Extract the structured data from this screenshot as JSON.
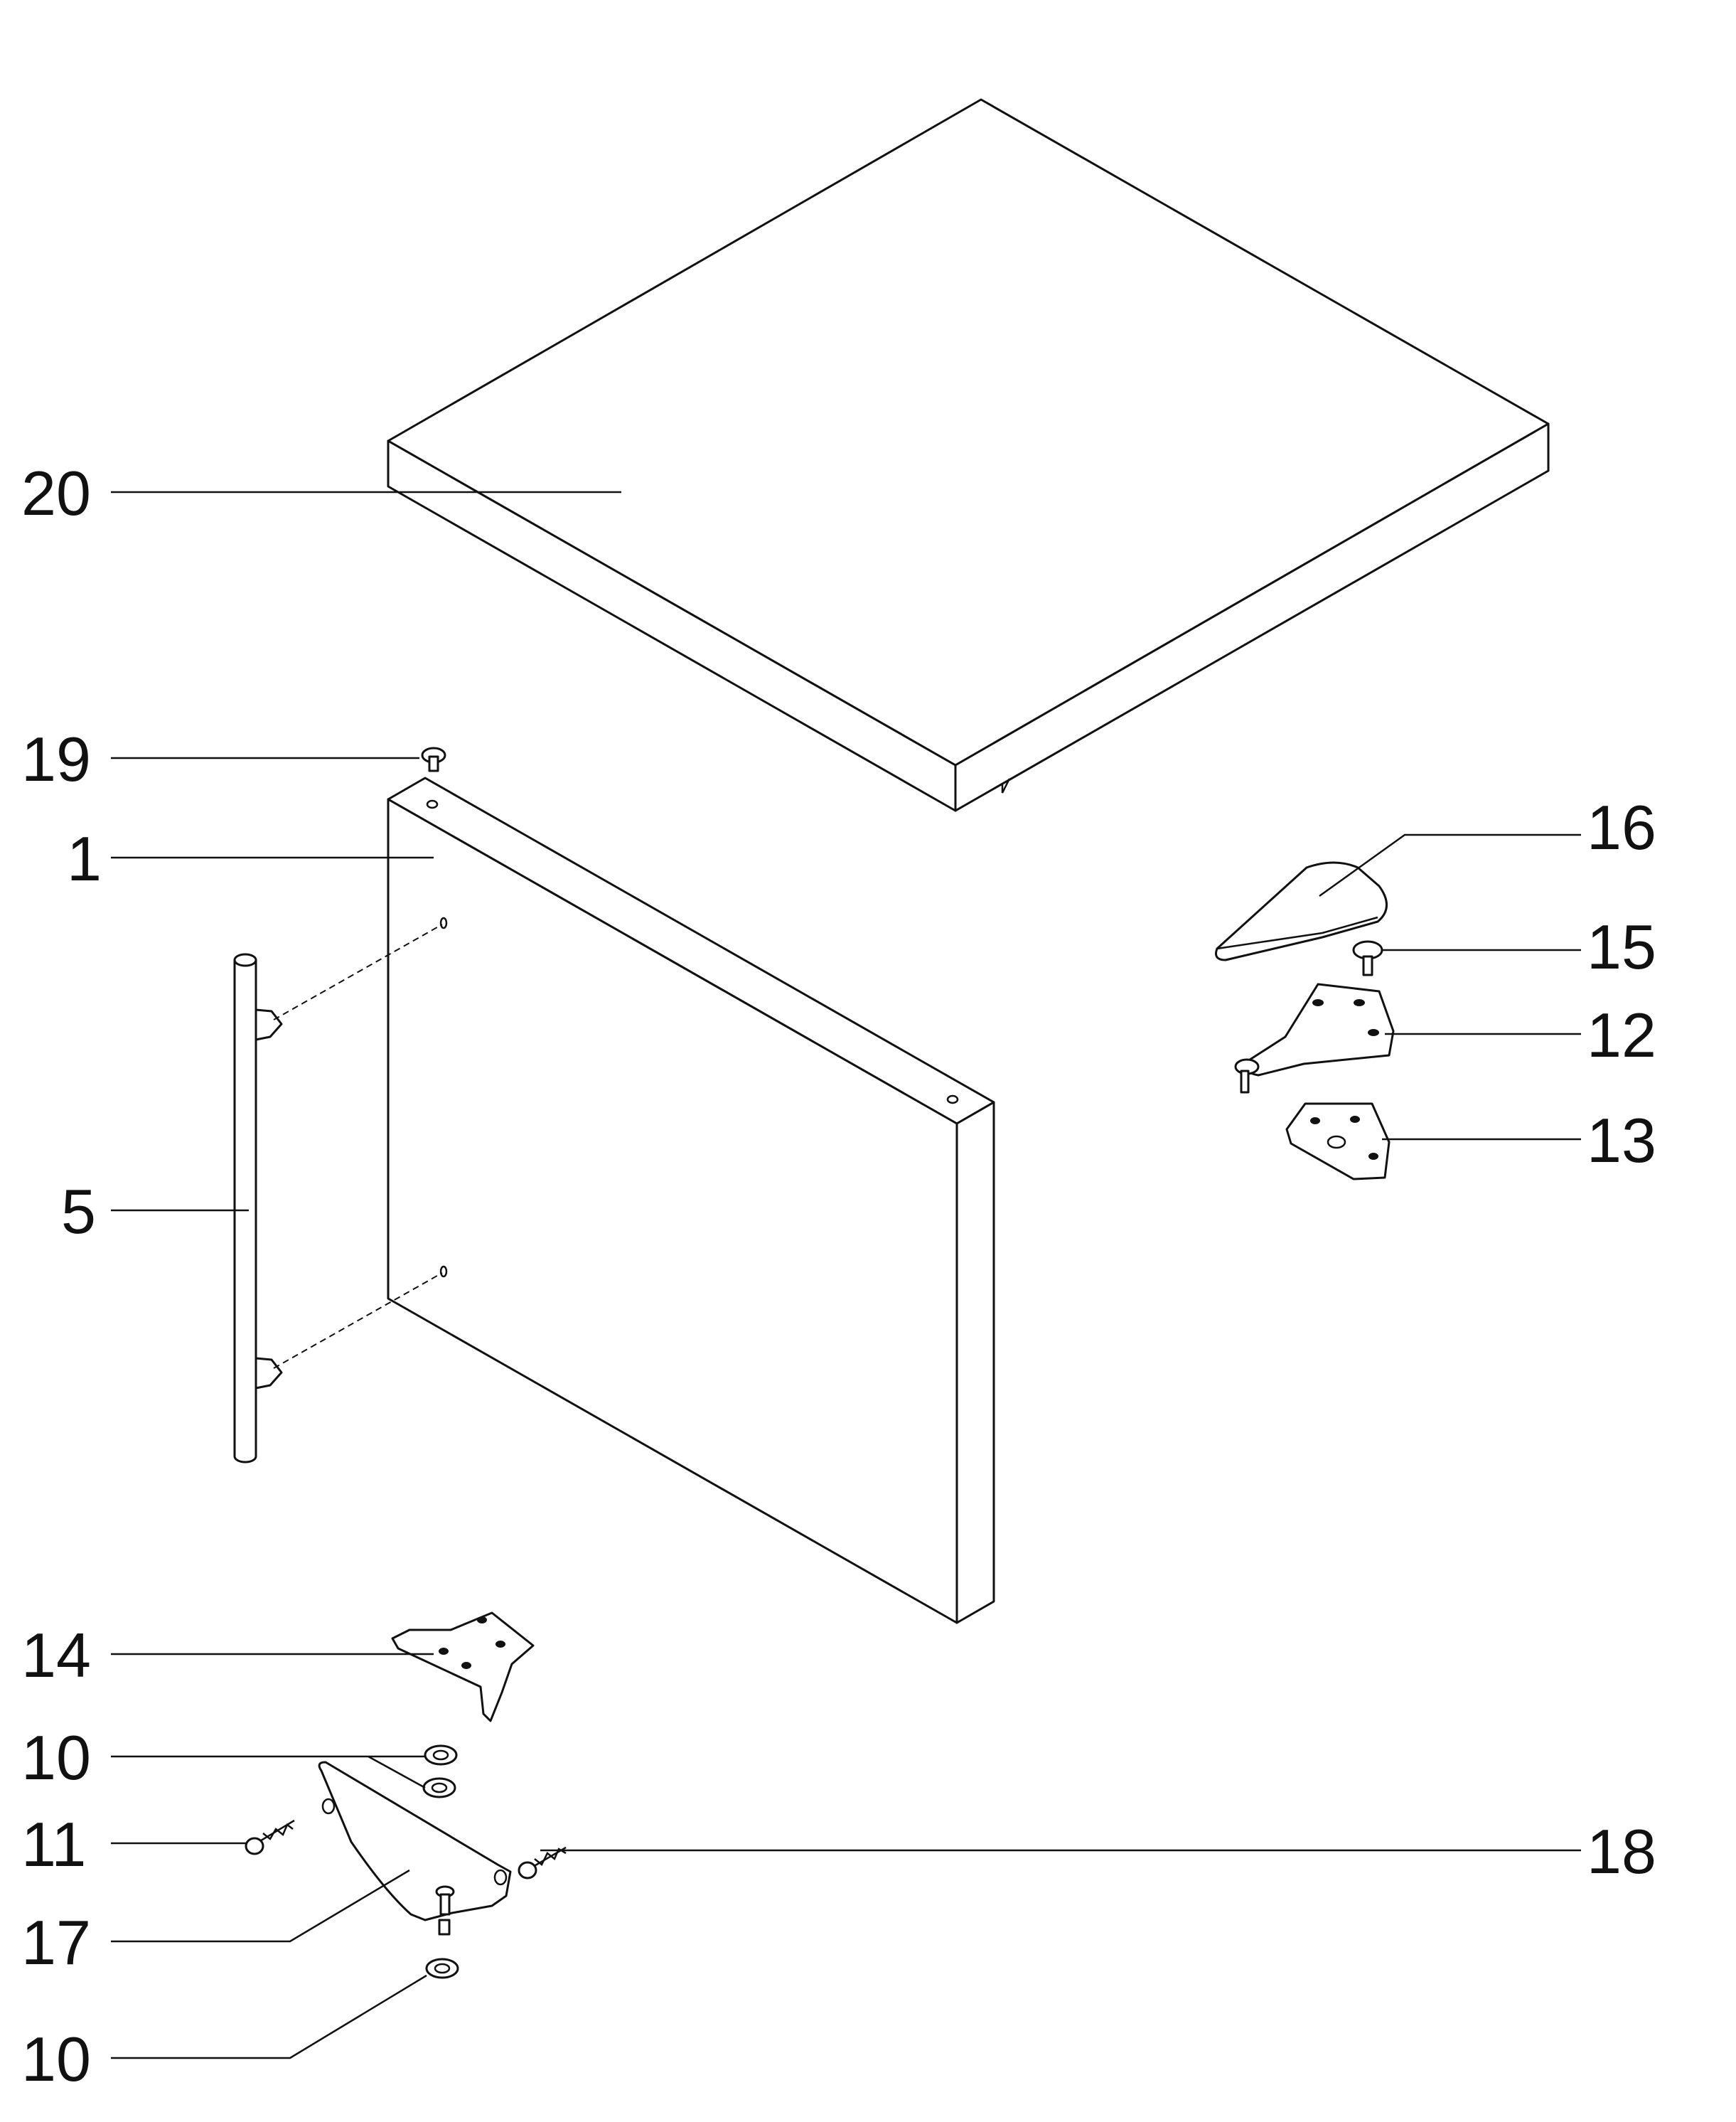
{
  "callouts": {
    "c20": "20",
    "c19": "19",
    "c1": "1",
    "c5": "5",
    "c16": "16",
    "c15": "15",
    "c12": "12",
    "c13": "13",
    "c14": "14",
    "c10a": "10",
    "c11": "11",
    "c17": "17",
    "c10b": "10",
    "c18": "18"
  }
}
